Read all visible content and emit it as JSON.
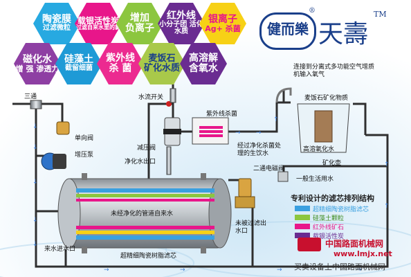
{
  "hexagons": [
    {
      "line1": "陶瓷膜",
      "line2": "过滤微粒",
      "color": "#27a9e1",
      "text": "#ffffff"
    },
    {
      "line1": "载银活性炭",
      "line2": "过滤自来水里的氯",
      "color": "#e8168a",
      "text": "#ffffff"
    },
    {
      "line1": "增加",
      "line2": "负离子",
      "color": "#8cc63f",
      "text": "#ffffff"
    },
    {
      "line1": "红外线",
      "line2": "小分子团 活化水质",
      "color": "#6a2c91",
      "text": "#ffffff"
    },
    {
      "line1": "银离子",
      "line2": "Ag+ 杀菌",
      "color": "#f7d116",
      "text": "#e8168a"
    },
    {
      "line1": "磁化水",
      "line2": "增 强 渗透力",
      "color": "#8e3fa3",
      "text": "#ffffff"
    },
    {
      "line1": "硅藻土",
      "line2": "截留细菌",
      "color": "#1e9ad6",
      "text": "#ffffff"
    },
    {
      "line1": "紫外线",
      "line2": "杀 菌",
      "color": "#ec2a90",
      "text": "#ffffff"
    },
    {
      "line1": "麦饭石",
      "line2": "矿化水质",
      "color": "#a9c94a",
      "text": "#1a3f8a"
    },
    {
      "line1": "高溶解",
      "line2": "含氧水",
      "color": "#6a2c91",
      "text": "#ffffff"
    }
  ],
  "brand": {
    "chinese_logo": "健而樂",
    "tian_shou": "天壽",
    "tm": "TM",
    "registered": "®"
  },
  "labels": {
    "san_tong": "三通",
    "dan_xiang_fa": "单向阀",
    "zeng_ya_beng": "增压泵",
    "shui_liu_kaiguan": "水流开关",
    "jian_ya_fa": "减压阀",
    "jinghua_shui_chukou": "净化水出口",
    "ziwai_xian_shajun": "紫外线杀菌",
    "jingguo_jinghua": "经过净化杀菌处理的生饮水",
    "connect_text": "连接到分离式多功能空气增质机输入氧气",
    "maifanshi_wuzhi": "麦饭石矿化物质",
    "gao_rong_yang": "高溶氧化水",
    "kuang_hua_tong": "矿化壶",
    "yiban_shenghuo_shui": "一般生活用水",
    "er_tong_dianci_fa": "二通电磁阀",
    "tank_text": "未经净化的管道自来水",
    "weishu_guolv": "未被过滤出水口",
    "lai_shui_jin": "来水进水口",
    "chao_jingxi": "超精细陶瓷树脂滤芯",
    "filter_title": "专利设计的滤芯排列结构"
  },
  "filter_legend": [
    {
      "label": "超精细陶瓷树脂滤芯",
      "color": "#3aa0e0"
    },
    {
      "label": "硅藻土颗粒",
      "color": "#8cc63f"
    },
    {
      "label": "红外线矿石",
      "color": "#e8168a"
    },
    {
      "label": "载银活性炭",
      "color": "#6a2c91"
    }
  ],
  "watermark": {
    "site_name": "中国路面机械网",
    "site_url": "www.lmjx.net",
    "bottom_text": "买卖设备上中国路面机械网"
  }
}
